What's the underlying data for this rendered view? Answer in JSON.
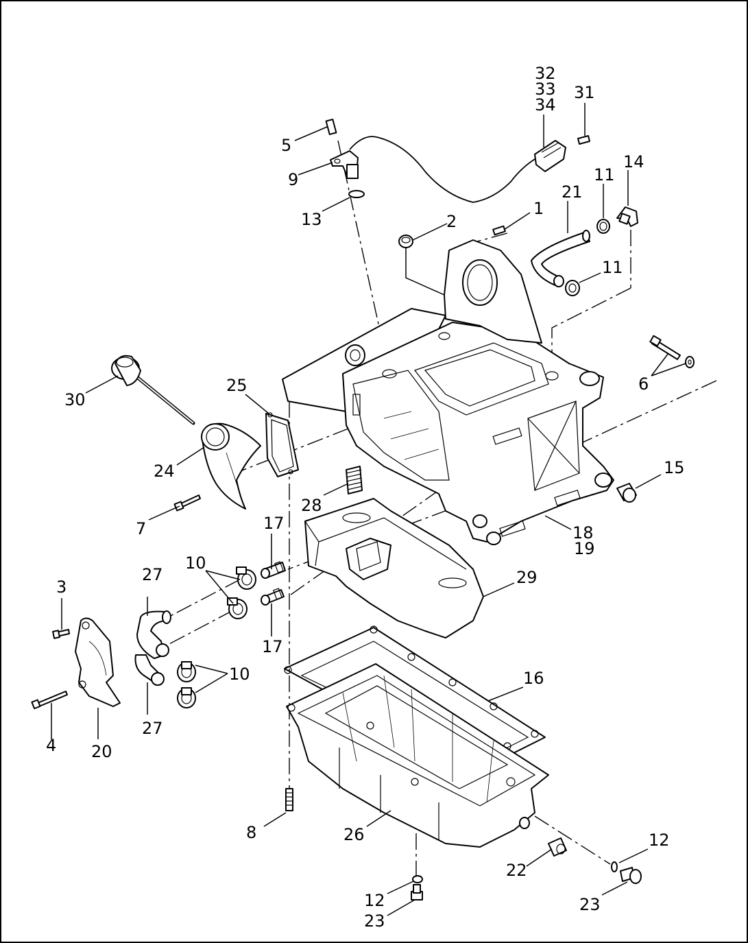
{
  "diagram": {
    "callouts": [
      {
        "id": "c1",
        "text": "1"
      },
      {
        "id": "c2",
        "text": "2"
      },
      {
        "id": "c3",
        "text": "3"
      },
      {
        "id": "c4",
        "text": "4"
      },
      {
        "id": "c5",
        "text": "5"
      },
      {
        "id": "c6",
        "text": "6"
      },
      {
        "id": "c7",
        "text": "7"
      },
      {
        "id": "c8",
        "text": "8"
      },
      {
        "id": "c9",
        "text": "9"
      },
      {
        "id": "c10a",
        "text": "10"
      },
      {
        "id": "c10b",
        "text": "10"
      },
      {
        "id": "c11a",
        "text": "11"
      },
      {
        "id": "c11b",
        "text": "11"
      },
      {
        "id": "c12a",
        "text": "12"
      },
      {
        "id": "c12b",
        "text": "12"
      },
      {
        "id": "c13",
        "text": "13"
      },
      {
        "id": "c14",
        "text": "14"
      },
      {
        "id": "c15",
        "text": "15"
      },
      {
        "id": "c16",
        "text": "16"
      },
      {
        "id": "c17a",
        "text": "17"
      },
      {
        "id": "c17b",
        "text": "17"
      },
      {
        "id": "c18",
        "text": "18"
      },
      {
        "id": "c19",
        "text": "19"
      },
      {
        "id": "c20",
        "text": "20"
      },
      {
        "id": "c21",
        "text": "21"
      },
      {
        "id": "c22",
        "text": "22"
      },
      {
        "id": "c23a",
        "text": "23"
      },
      {
        "id": "c23b",
        "text": "23"
      },
      {
        "id": "c24",
        "text": "24"
      },
      {
        "id": "c25",
        "text": "25"
      },
      {
        "id": "c26",
        "text": "26"
      },
      {
        "id": "c27a",
        "text": "27"
      },
      {
        "id": "c27b",
        "text": "27"
      },
      {
        "id": "c28",
        "text": "28"
      },
      {
        "id": "c29",
        "text": "29"
      },
      {
        "id": "c30",
        "text": "30"
      },
      {
        "id": "c31",
        "text": "31"
      },
      {
        "id": "c32",
        "text": "32"
      },
      {
        "id": "c33",
        "text": "33"
      },
      {
        "id": "c34",
        "text": "34"
      }
    ]
  }
}
